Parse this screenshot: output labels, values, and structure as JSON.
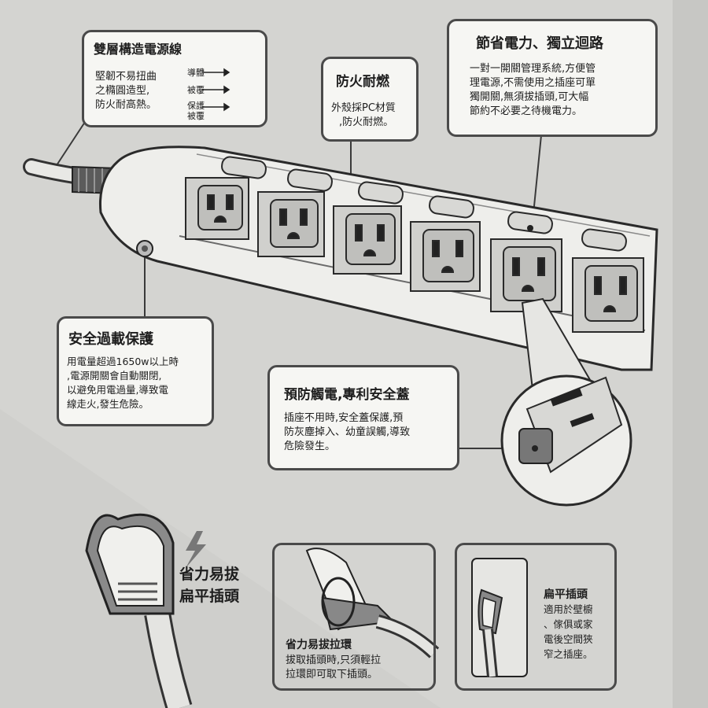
{
  "cable": {
    "title": "雙層構造電源線",
    "body": [
      "堅韌不易扭曲",
      "之橢圓造型,",
      "防火耐高熱。"
    ],
    "labels": [
      "導體",
      "被覆",
      "保護",
      "被覆"
    ]
  },
  "fireproof": {
    "title": "防火耐燃",
    "body": [
      "外殼採PC材質",
      ",防火耐燃。"
    ]
  },
  "power_saving": {
    "title": "節省電力、獨立迴路",
    "body": [
      "一對一開關管理系統,方便管",
      "理電源,不需使用之插座可單",
      "獨開關,無須拔插頭,可大幅",
      "節約不必要之待機電力。"
    ]
  },
  "overload": {
    "title": "安全過載保護",
    "body": [
      "用電量超過1650w以上時",
      ",電源開關會自動關閉,",
      "以避免用電過量,導致電",
      "線走火,發生危險。"
    ]
  },
  "shock_guard": {
    "title": "預防觸電,專利安全蓋",
    "body": [
      "插座不用時,安全蓋保護,預",
      "防灰塵掉入、幼童誤觸,導致",
      "危險發生。"
    ]
  },
  "flat_plug_feature": {
    "title_lines": [
      "省力易拔",
      "扁平插頭"
    ]
  },
  "pull_ring": {
    "title": "省力易拔拉環",
    "body": [
      "拔取插頭時,只須輕拉",
      "拉環即可取下插頭。"
    ]
  },
  "flat_plug": {
    "title": "扁平插頭",
    "body": [
      "適用於壁櫥",
      "、傢俱或家",
      "電後空間狹",
      "窄之插座。"
    ]
  },
  "colors": {
    "background": "#d4d4d1",
    "panel": "#f6f6f3",
    "outline": "#4a4a4a",
    "strip": "#eeeeeb"
  }
}
